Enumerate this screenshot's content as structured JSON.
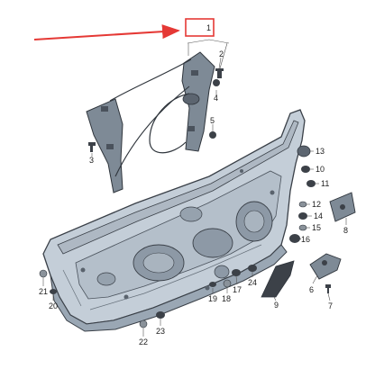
{
  "colors": {
    "panel": "#c4ced8",
    "panel_dark": "#9aa7b4",
    "panel_edge": "#3a4048",
    "mechanism": "#7e8a96",
    "part_dark": "#3c4148",
    "part_mid": "#8a929a",
    "highlight_box": "#e53935",
    "arrow": "#e53935",
    "text": "#222222"
  },
  "callouts": {
    "c1": "1",
    "c2": "2",
    "c3": "3",
    "c4": "4",
    "c5": "5",
    "c6": "6",
    "c7": "7",
    "c8": "8",
    "c9": "9",
    "c10": "10",
    "c11": "11",
    "c12": "12",
    "c13": "13",
    "c14": "14",
    "c15": "15",
    "c16": "16",
    "c17": "17",
    "c18": "18",
    "c19": "19",
    "c20": "20",
    "c21": "21",
    "c22": "22",
    "c23": "23",
    "c24": "24"
  }
}
